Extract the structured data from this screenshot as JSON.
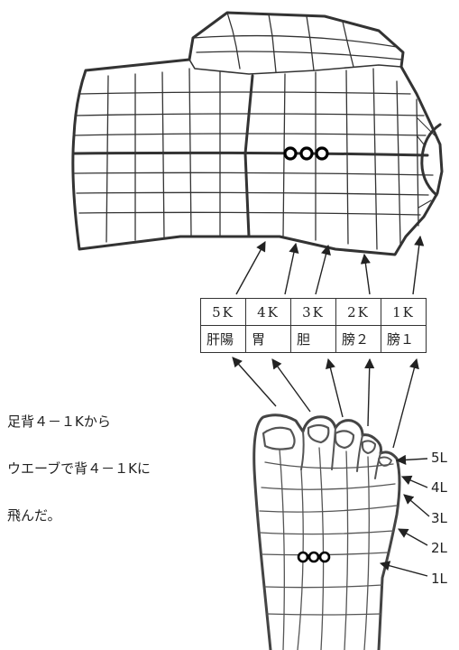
{
  "table": {
    "codes": [
      "5K",
      "4K",
      "3K",
      "2K",
      "1K"
    ],
    "organs": [
      "肝陽",
      "胃",
      "胆",
      "膀２",
      "膀１"
    ]
  },
  "caption": {
    "line1": "足背４－１Kから",
    "line2": "ウエーブで背４－１Kに",
    "line3": "飛んだ。"
  },
  "levels": [
    "5L",
    "4L",
    "3L",
    "2L",
    "1L"
  ]
}
